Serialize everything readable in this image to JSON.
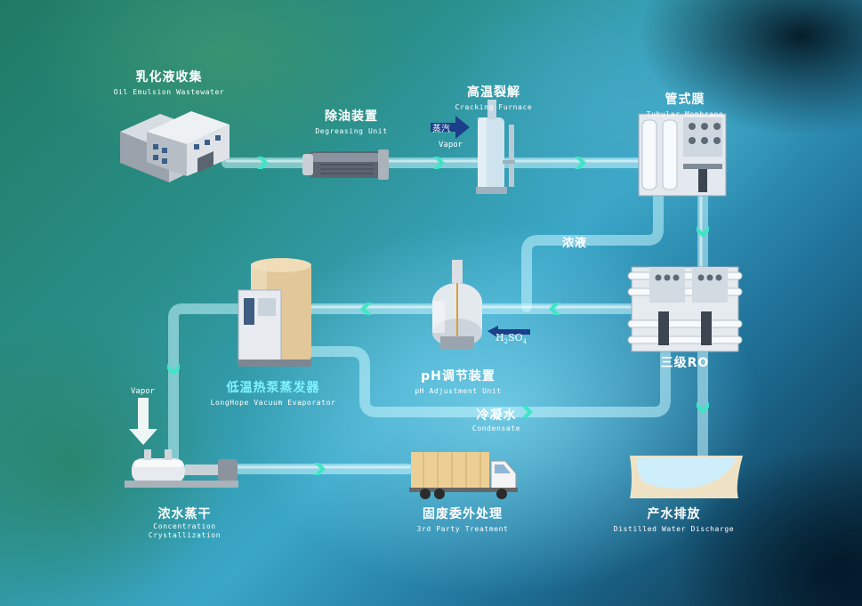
{
  "nodes": {
    "collection": {
      "cn": "乳化液收集",
      "en": "Oil Emulsion Wastewater"
    },
    "degreasing": {
      "cn": "除油装置",
      "en": "Degreasing Unit"
    },
    "cracking": {
      "cn": "高温裂解",
      "en": "Cracking Furnace"
    },
    "membrane": {
      "cn": "管式膜",
      "en": "Tubular Membrane"
    },
    "ro": {
      "cn": "三级RO"
    },
    "ph": {
      "cn": "pH调节装置",
      "en": "pH Adjustment Unit"
    },
    "evaporator": {
      "cn": "低温热泵蒸发器",
      "en": "LongHope Vacuum Evaporator"
    },
    "drying": {
      "cn": "浓水蒸干",
      "en1": "Concentration",
      "en2": "Crystallization"
    },
    "thirdparty": {
      "cn": "固废委外处理",
      "en": "3rd Party Treatment"
    },
    "discharge": {
      "cn": "产水排放",
      "en": "Distilled Water Discharge"
    }
  },
  "flows": {
    "concentrate": "浓液",
    "condensate_cn": "冷凝水",
    "condensate_en": "Condensate"
  },
  "inputs": {
    "steam_cn": "蒸汽",
    "steam_en": "Vapor",
    "acid_main": "H",
    "acid_sub1": "2",
    "acid_mid": "SO",
    "acid_sub2": "4",
    "vapor_left": "Vapor"
  },
  "colors": {
    "pipe": "#bff4ff",
    "chevron": "#4fe0c8",
    "tag_blue": "#1b3e8a"
  }
}
